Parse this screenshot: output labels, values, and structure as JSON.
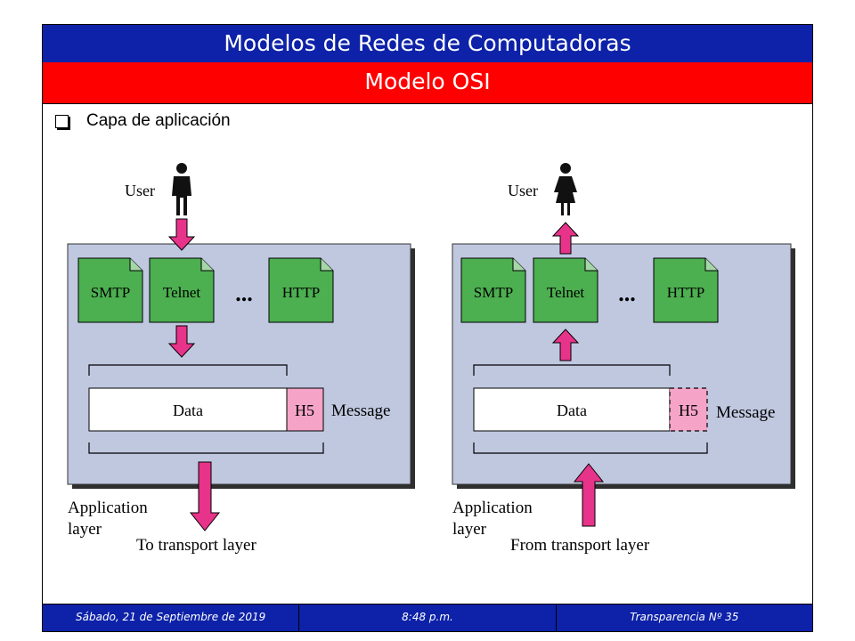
{
  "header": {
    "title": "Modelos de Redes de Computadoras",
    "subtitle": "Modelo OSI"
  },
  "bullet": {
    "text": "Capa de aplicación"
  },
  "diagram": {
    "left": {
      "user_label": "User",
      "protocols": [
        "SMTP",
        "Telnet",
        "HTTP"
      ],
      "ellipsis": "...",
      "data_label": "Data",
      "header_label": "H5",
      "message_label": "Message",
      "layer_label_line1": "Application",
      "layer_label_line2": "layer",
      "transport_label": "To transport layer"
    },
    "right": {
      "user_label": "User",
      "protocols": [
        "SMTP",
        "Telnet",
        "HTTP"
      ],
      "ellipsis": "...",
      "data_label": "Data",
      "header_label": "H5",
      "message_label": "Message",
      "layer_label_line1": "Application",
      "layer_label_line2": "layer",
      "transport_label": "From transport layer"
    },
    "colors": {
      "panel": "#c0c8e0",
      "protocol": "#4caf50",
      "arrow": "#e8338a",
      "header": "#f5a3c7"
    }
  },
  "footer": {
    "date": "Sábado, 21 de Septiembre de 2019",
    "time": "8:48 p.m.",
    "slide": "Transparencia Nº 35"
  }
}
